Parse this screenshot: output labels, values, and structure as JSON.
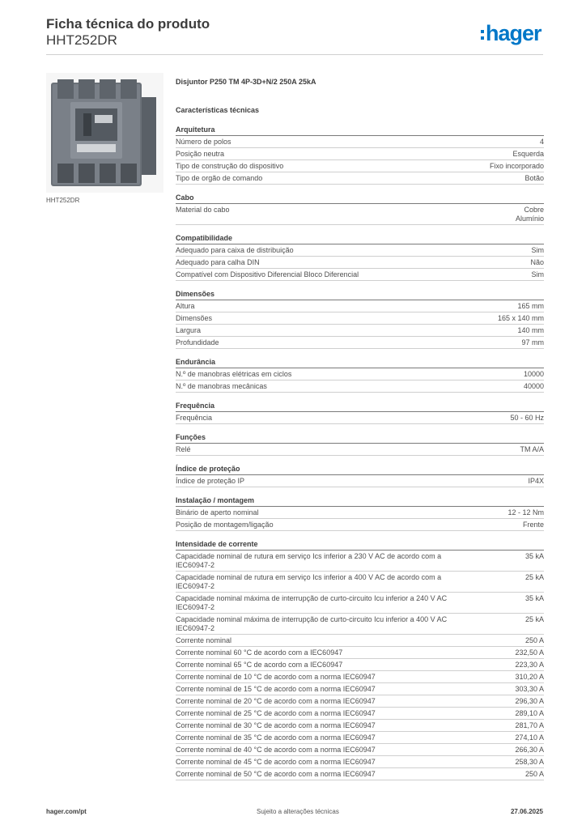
{
  "header": {
    "title": "Ficha técnica do produto",
    "subtitle": "HHT252DR",
    "logo": "hager",
    "accent_color": "#0077c8"
  },
  "product": {
    "caption": "HHT252DR",
    "name": "Disjuntor P250 TM 4P-3D+N/2 250A 25kA",
    "tech_heading": "Características técnicas"
  },
  "sections": [
    {
      "title": "Arquitetura",
      "rows": [
        {
          "label": "Número de polos",
          "values": [
            "4"
          ]
        },
        {
          "label": "Posição neutra",
          "values": [
            "Esquerda"
          ]
        },
        {
          "label": "Tipo de construção do dispositivo",
          "values": [
            "Fixo incorporado"
          ]
        },
        {
          "label": "Tipo de orgão de comando",
          "values": [
            "Botão"
          ]
        }
      ]
    },
    {
      "title": "Cabo",
      "rows": [
        {
          "label": "Material do cabo",
          "values": [
            "Cobre",
            "Alumínio"
          ]
        }
      ]
    },
    {
      "title": "Compatibilidade",
      "rows": [
        {
          "label": "Adequado para caixa de distribuição",
          "values": [
            "Sim"
          ]
        },
        {
          "label": "Adequado para calha DIN",
          "values": [
            "Não"
          ]
        },
        {
          "label": "Compatível com Dispositivo Diferencial Bloco Diferencial",
          "values": [
            "Sim"
          ]
        }
      ]
    },
    {
      "title": "Dimensões",
      "rows": [
        {
          "label": "Altura",
          "values": [
            "165 mm"
          ]
        },
        {
          "label": "Dimensões",
          "values": [
            "165 x 140 mm"
          ]
        },
        {
          "label": "Largura",
          "values": [
            "140 mm"
          ]
        },
        {
          "label": "Profundidade",
          "values": [
            "97 mm"
          ]
        }
      ]
    },
    {
      "title": "Endurância",
      "rows": [
        {
          "label": "N.º de manobras elétricas em ciclos",
          "values": [
            "10000"
          ]
        },
        {
          "label": "N.º de manobras mecânicas",
          "values": [
            "40000"
          ]
        }
      ]
    },
    {
      "title": "Frequência",
      "rows": [
        {
          "label": "Frequência",
          "values": [
            "50 - 60 Hz"
          ]
        }
      ]
    },
    {
      "title": "Funções",
      "rows": [
        {
          "label": "Relé",
          "values": [
            "TM A/A"
          ]
        }
      ]
    },
    {
      "title": "Índice de proteção",
      "rows": [
        {
          "label": "Índice de proteção IP",
          "values": [
            "IP4X"
          ]
        }
      ]
    },
    {
      "title": "Instalação / montagem",
      "rows": [
        {
          "label": "Binário de aperto nominal",
          "values": [
            "12 - 12 Nm"
          ]
        },
        {
          "label": "Posição de montagem/ligação",
          "values": [
            "Frente"
          ]
        }
      ]
    },
    {
      "title": "Intensidade de corrente",
      "rows": [
        {
          "label": "Capacidade nominal de rutura em serviço Ics inferior a 230 V AC de acordo com a IEC60947-2",
          "values": [
            "35 kA"
          ]
        },
        {
          "label": "Capacidade nominal de rutura em serviço Ics inferior a 400 V AC de acordo com a IEC60947-2",
          "values": [
            "25 kA"
          ]
        },
        {
          "label": "Capacidade nominal máxima de interrupção de curto-circuito Icu inferior a 240 V AC IEC60947-2",
          "values": [
            "35 kA"
          ]
        },
        {
          "label": "Capacidade nominal máxima de interrupção de curto-circuito Icu inferior a 400 V AC IEC60947-2",
          "values": [
            "25 kA"
          ]
        },
        {
          "label": "Corrente nominal",
          "values": [
            "250 A"
          ]
        },
        {
          "label": "Corrente nominal 60 °C de acordo com a IEC60947",
          "values": [
            "232,50 A"
          ]
        },
        {
          "label": "Corrente nominal 65 °C de acordo com a IEC60947",
          "values": [
            "223,30 A"
          ]
        },
        {
          "label": "Corrente nominal de 10 °C de acordo com a norma IEC60947",
          "values": [
            "310,20 A"
          ]
        },
        {
          "label": "Corrente nominal de 15 °C de acordo com a norma IEC60947",
          "values": [
            "303,30 A"
          ]
        },
        {
          "label": "Corrente nominal de 20 °C de acordo com a norma IEC60947",
          "values": [
            "296,30 A"
          ]
        },
        {
          "label": "Corrente nominal de 25 °C de acordo com a norma IEC60947",
          "values": [
            "289,10 A"
          ]
        },
        {
          "label": "Corrente nominal de 30 °C de acordo com a norma IEC60947",
          "values": [
            "281,70 A"
          ]
        },
        {
          "label": "Corrente nominal de 35 °C de acordo com a norma IEC60947",
          "values": [
            "274,10 A"
          ]
        },
        {
          "label": "Corrente nominal de 40 °C de acordo com a norma IEC60947",
          "values": [
            "266,30 A"
          ]
        },
        {
          "label": "Corrente nominal de 45 °C de acordo com a norma IEC60947",
          "values": [
            "258,30 A"
          ]
        },
        {
          "label": "Corrente nominal de 50 °C de acordo com a norma IEC60947",
          "values": [
            "250 A"
          ]
        }
      ]
    }
  ],
  "footer": {
    "url": "hager.com/pt",
    "note": "Sujeito a alterações técnicas",
    "date": "27.06.2025"
  }
}
